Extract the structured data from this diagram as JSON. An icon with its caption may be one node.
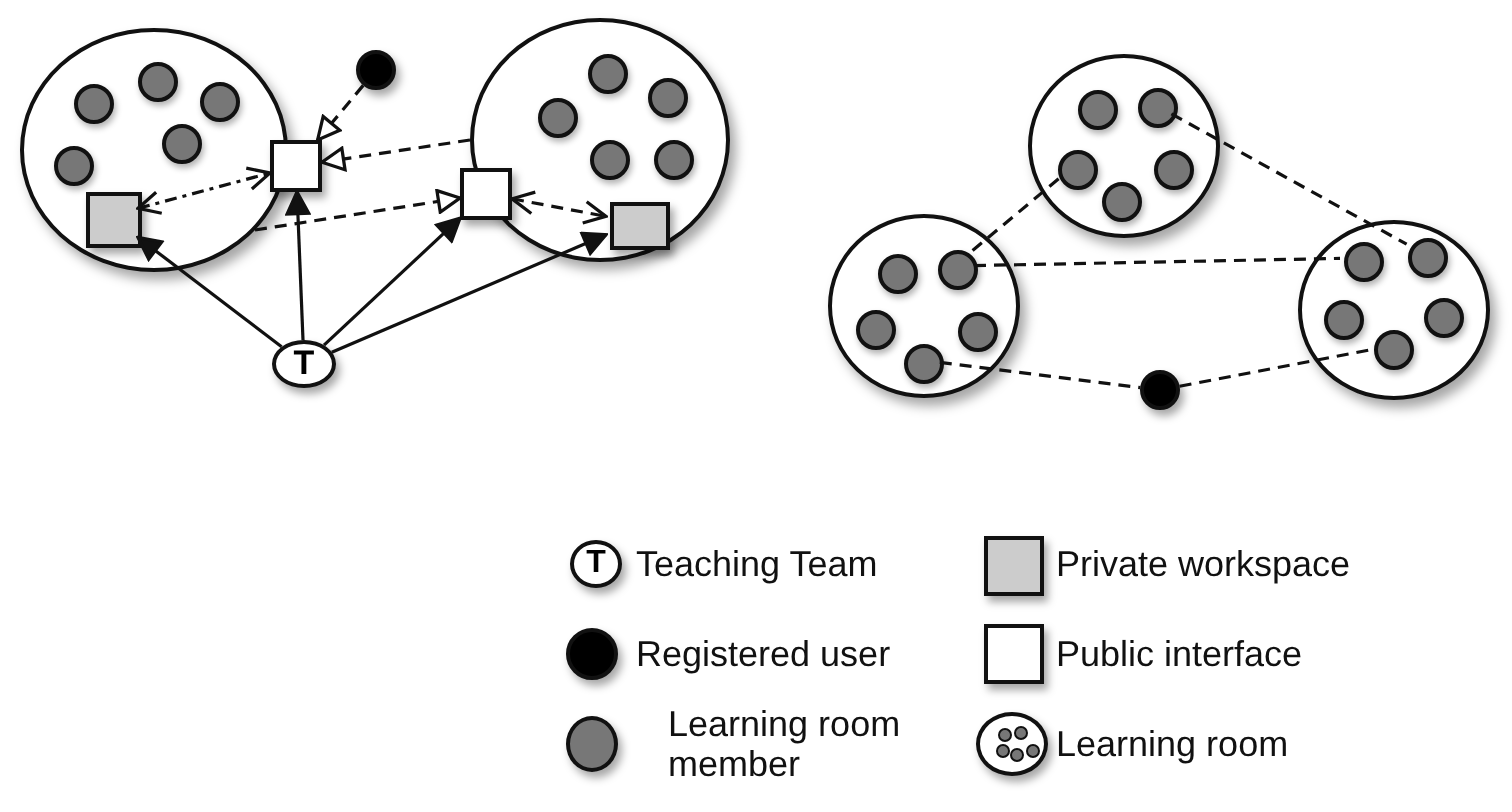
{
  "diagram": {
    "nodes": [
      {
        "text": [],
        "shape": "circle"
      },
      {
        "text": [],
        "shape": "circle",
        "in": 0
      },
      {
        "text": [],
        "shape": "circle",
        "in": 0
      },
      {
        "text": [],
        "shape": "circle",
        "in": 0
      },
      {
        "text": [],
        "shape": "circle",
        "in": 0
      },
      {
        "text": [],
        "shape": "circle",
        "in": 0
      },
      {
        "text": [],
        "shape": "box",
        "in": 0
      },
      {
        "text": [],
        "shape": "box"
      },
      {
        "text": [],
        "shape": "circle"
      },
      {
        "text": [],
        "shape": "circle",
        "in": 8
      },
      {
        "text": [],
        "shape": "circle",
        "in": 8
      },
      {
        "text": [],
        "shape": "circle",
        "in": 8
      },
      {
        "text": [],
        "shape": "circle",
        "in": 8
      },
      {
        "text": [],
        "shape": "circle",
        "in": 8
      },
      {
        "text": [],
        "shape": "box"
      },
      {
        "text": [],
        "shape": "box",
        "in": 8
      },
      {
        "text": [],
        "shape": "circle"
      },
      {
        "text": [
          "T"
        ]
      },
      {
        "text": [],
        "shape": "circle"
      },
      {
        "text": [],
        "shape": "circle",
        "in": 18
      },
      {
        "text": [],
        "shape": "circle",
        "in": 18
      },
      {
        "text": [],
        "shape": "circle",
        "in": 18
      },
      {
        "text": [],
        "shape": "circle",
        "in": 18
      },
      {
        "text": [],
        "shape": "circle",
        "in": 18
      },
      {
        "text": [],
        "shape": "circle"
      },
      {
        "text": [],
        "shape": "circle",
        "in": 24
      },
      {
        "text": [],
        "shape": "circle",
        "in": 24
      },
      {
        "text": [],
        "shape": "circle",
        "in": 24
      },
      {
        "text": [],
        "shape": "circle",
        "in": 24
      },
      {
        "text": [],
        "shape": "circle",
        "in": 24
      },
      {
        "text": [],
        "shape": "circle"
      },
      {
        "text": [],
        "shape": "circle",
        "in": 30
      },
      {
        "text": [],
        "shape": "circle",
        "in": 30
      },
      {
        "text": [],
        "shape": "circle",
        "in": 30
      },
      {
        "text": [],
        "shape": "circle",
        "in": 30
      },
      {
        "text": [],
        "shape": "circle",
        "in": 30
      },
      {
        "text": [],
        "shape": "circle"
      }
    ],
    "edges": [
      {
        "from": 16,
        "to": 7,
        "arrow": "to",
        "style": "dashed"
      },
      {
        "from": 8,
        "to": 7,
        "arrow": "to",
        "style": "dashed"
      },
      {
        "from": 6,
        "to": 7,
        "arrow": "both",
        "style": "dashed"
      },
      {
        "from": 0,
        "to": 14,
        "arrow": "to",
        "style": "dashed"
      },
      {
        "from": 14,
        "to": 15,
        "arrow": "both",
        "style": "dashed"
      },
      {
        "from": 17,
        "to": 6,
        "arrow": "to"
      },
      {
        "from": 17,
        "to": 7,
        "arrow": "to"
      },
      {
        "from": 17,
        "to": 14,
        "arrow": "to"
      },
      {
        "from": 17,
        "to": 15,
        "arrow": "to"
      },
      {
        "from": 20,
        "to": 32,
        "arrow": "none",
        "style": "dashed"
      },
      {
        "from": 21,
        "to": 26,
        "arrow": "none",
        "style": "dashed"
      },
      {
        "from": 26,
        "to": 31,
        "arrow": "none",
        "style": "dashed"
      },
      {
        "from": 29,
        "to": 36,
        "arrow": "none",
        "style": "dashed"
      },
      {
        "from": 36,
        "to": 35,
        "arrow": "none",
        "style": "dashed"
      }
    ],
    "labels": [
      "T"
    ],
    "legend": [
      {
        "text": "Teaching Team"
      },
      {
        "text": "Private workspace"
      },
      {
        "text": "Registered user"
      },
      {
        "text": "Public interface"
      },
      {
        "text": "Learning room member"
      },
      {
        "text": "Learning room"
      }
    ]
  }
}
